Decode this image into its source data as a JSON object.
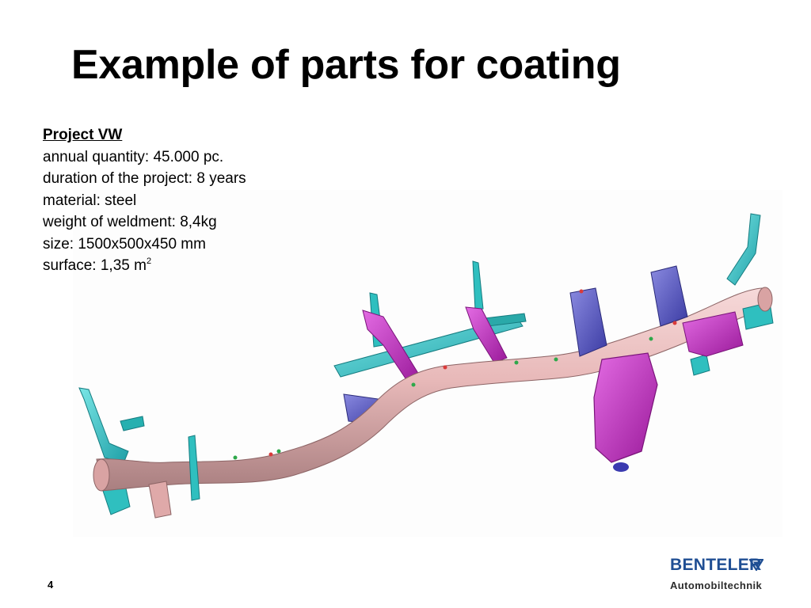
{
  "slide": {
    "title": "Example of parts for coating",
    "page_number": "4"
  },
  "project": {
    "heading": "Project VW",
    "lines": [
      "annual quantity: 45.000 pc.",
      "duration of the project: 8 years",
      "material: steel",
      "weight of weldment: 8,4kg",
      "size: 1500x500x450 mm"
    ],
    "surface_prefix": "surface: 1,35 m",
    "surface_exponent": "2"
  },
  "figure": {
    "subject": "3D model of welded tube assembly (cross car beam)",
    "colors": {
      "tube": "#e8b9b9",
      "bracket_cyan": "#33c7c7",
      "bracket_magenta": "#c62cc6",
      "bracket_blue": "#5a5ac8",
      "weld_green": "#2ea84a"
    }
  },
  "logo": {
    "brand": "BENTELER",
    "subtitle": "Automobiltechnik",
    "color": "#1f4e93",
    "icon": "benteler-triangle-icon"
  }
}
